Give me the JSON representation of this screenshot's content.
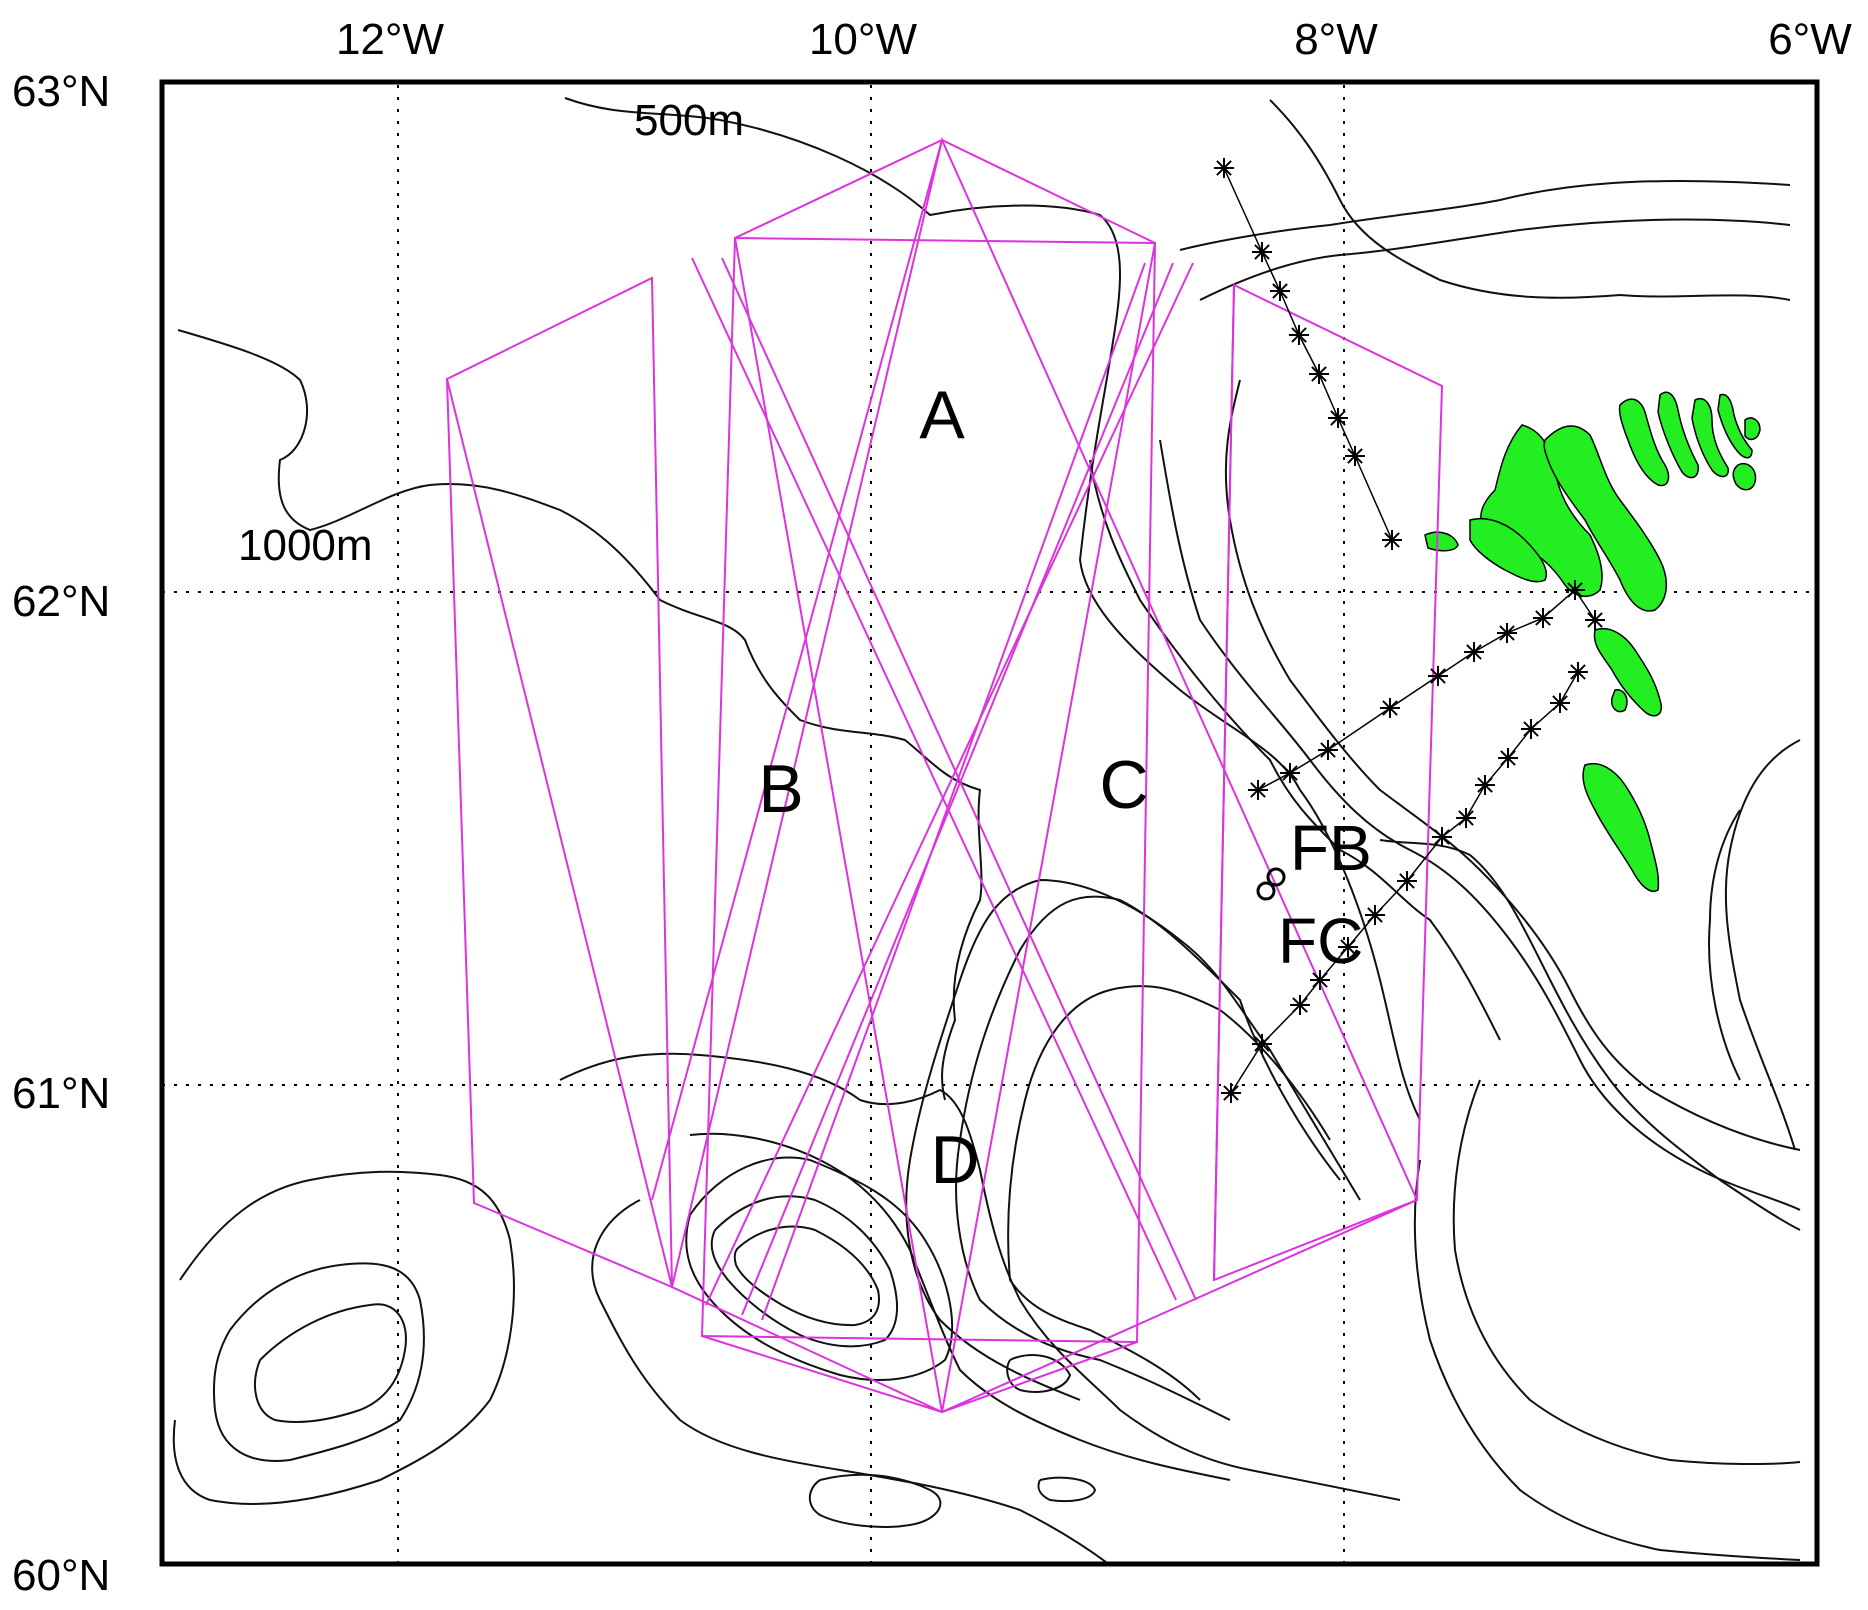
{
  "map": {
    "lon_range": [
      -13,
      -6
    ],
    "lat_range": [
      60,
      63
    ],
    "lon_ticks": [
      {
        "value": -12,
        "label": "12°W"
      },
      {
        "value": -10,
        "label": "10°W"
      },
      {
        "value": -8,
        "label": "8°W"
      },
      {
        "value": -6,
        "label": "6°W"
      }
    ],
    "lat_ticks": [
      {
        "value": 63,
        "label": "63°N"
      },
      {
        "value": 62,
        "label": "62°N"
      },
      {
        "value": 61,
        "label": "61°N"
      },
      {
        "value": 60,
        "label": "60°N"
      }
    ],
    "grid": true,
    "colors": {
      "frame": "#000000",
      "swath": "#dd33dd",
      "land": "#22ee22",
      "contour": "#111111"
    },
    "contour_labels": [
      {
        "text": "500m",
        "lon": -10.99,
        "lat": 62.95
      },
      {
        "text": "1000m",
        "lon": -12.65,
        "lat": 62.08
      }
    ],
    "regions": [
      {
        "label": "A",
        "lon": -9.7,
        "lat": 62.35
      },
      {
        "label": "B",
        "lon": -10.38,
        "lat": 61.6
      },
      {
        "label": "C",
        "lon": -9.06,
        "lat": 61.61
      },
      {
        "label": "D",
        "lon": -9.65,
        "lat": 60.87
      }
    ],
    "stations": [
      {
        "label": "FB",
        "lon": -8.22,
        "lat": 61.47,
        "marker": {
          "lon": -8.31,
          "lat": 61.41
        }
      },
      {
        "label": "FC",
        "lon": -8.28,
        "lat": 61.29,
        "marker": {
          "lon": -8.36,
          "lat": 61.39
        }
      }
    ]
  }
}
